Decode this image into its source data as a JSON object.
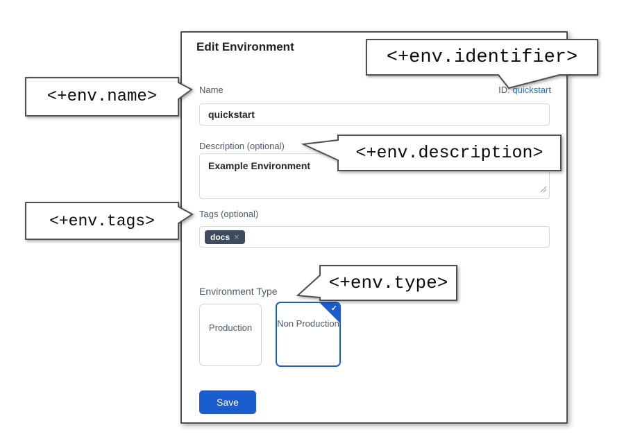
{
  "dialog": {
    "title": "Edit Environment",
    "name_field": {
      "label": "Name",
      "value": "quickstart"
    },
    "id_field": {
      "label": "ID:",
      "value": "quickstart"
    },
    "description_field": {
      "label": "Description (optional)",
      "value": "Example Environment"
    },
    "tags_field": {
      "label": "Tags (optional)",
      "tags": [
        {
          "label": "docs",
          "remove_icon": "×"
        }
      ]
    },
    "environment_type": {
      "label": "Environment Type",
      "options": [
        {
          "label": "Production",
          "selected": false
        },
        {
          "label": "Non Production",
          "selected": true
        }
      ],
      "selected_check_icon": "✓"
    },
    "save_button": "Save"
  },
  "callouts": {
    "identifier": "<+env.identifier>",
    "name": "<+env.name>",
    "description": "<+env.description>",
    "tags": "<+env.tags>",
    "type": "<+env.type>"
  },
  "colors": {
    "primary_blue": "#1b5cce",
    "link_blue": "#1a6fe8",
    "tag_background": "#3e4b5e",
    "callout_border": "#4f4f4f",
    "label_gray_blue": "#4c5a69"
  }
}
